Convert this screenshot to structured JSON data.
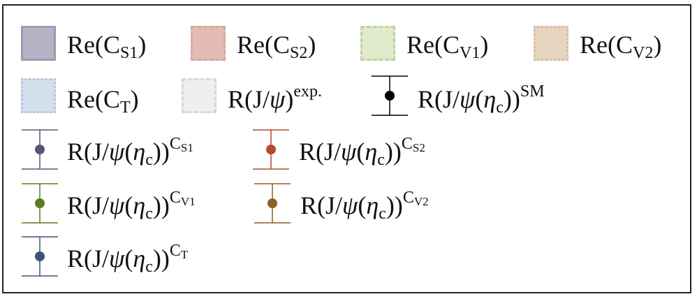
{
  "chart_data": {
    "type": "legend",
    "entries": [
      {
        "id": "cs1",
        "kind": "band",
        "base": "Re(C",
        "sub": "S1",
        "tail": ")",
        "fill": "#9b94b0",
        "edge": "#7a7492",
        "dash": "solid"
      },
      {
        "id": "cs2",
        "kind": "band",
        "base": "Re(C",
        "sub": "S2",
        "tail": ")",
        "fill": "#d9a596",
        "edge": "#c48a7a",
        "dash": "dashed"
      },
      {
        "id": "cv1",
        "kind": "band",
        "base": "Re(C",
        "sub": "V1",
        "tail": ")",
        "fill": "#d5e4b8",
        "edge": "#a8c07e",
        "dash": "dashdot"
      },
      {
        "id": "cv2",
        "kind": "band",
        "base": "Re(C",
        "sub": "V2",
        "tail": ")",
        "fill": "#dcc6a6",
        "edge": "#c4a880",
        "dash": "dotted"
      },
      {
        "id": "ct",
        "kind": "band",
        "base": "Re(C",
        "sub": "T",
        "tail": ")",
        "fill": "#c4d3e8",
        "edge": "#9ab0cc",
        "dash": "dotted"
      },
      {
        "id": "rexp",
        "kind": "band",
        "base": "R(J/",
        "greek": "ψ",
        "tail": ")",
        "sup": "exp.",
        "fill": "#eaeaea",
        "edge": "#c8c8c8",
        "dash": "dashed"
      },
      {
        "id": "rsm",
        "kind": "point",
        "base": "R(J/",
        "greek": "ψ",
        "mid": "(",
        "greek2": "η",
        "sub2": "c",
        "tail": "))",
        "sup": "SM",
        "color": "#000000"
      },
      {
        "id": "rcs1",
        "kind": "point",
        "base": "R(J/",
        "greek": "ψ",
        "mid": "(",
        "greek2": "η",
        "sub2": "c",
        "tail": "))",
        "sup": "C",
        "supsub": "S1",
        "color": "#5b5277"
      },
      {
        "id": "rcs2",
        "kind": "point",
        "base": "R(J/",
        "greek": "ψ",
        "mid": "(",
        "greek2": "η",
        "sub2": "c",
        "tail": "))",
        "sup": "C",
        "supsub": "S2",
        "color": "#b04a30"
      },
      {
        "id": "rcv1",
        "kind": "point",
        "base": "R(J/",
        "greek": "ψ",
        "mid": "(",
        "greek2": "η",
        "sub2": "c",
        "tail": "))",
        "sup": "C",
        "supsub": "V1",
        "color": "#5e7a24"
      },
      {
        "id": "rcv2",
        "kind": "point",
        "base": "R(J/",
        "greek": "ψ",
        "mid": "(",
        "greek2": "η",
        "sub2": "c",
        "tail": "))",
        "sup": "C",
        "supsub": "V2",
        "color": "#8a6420"
      },
      {
        "id": "rct",
        "kind": "point",
        "base": "R(J/",
        "greek": "ψ",
        "mid": "(",
        "greek2": "η",
        "sub2": "c",
        "tail": "))",
        "sup": "C",
        "supsub": "T",
        "color": "#3e5276"
      }
    ]
  }
}
